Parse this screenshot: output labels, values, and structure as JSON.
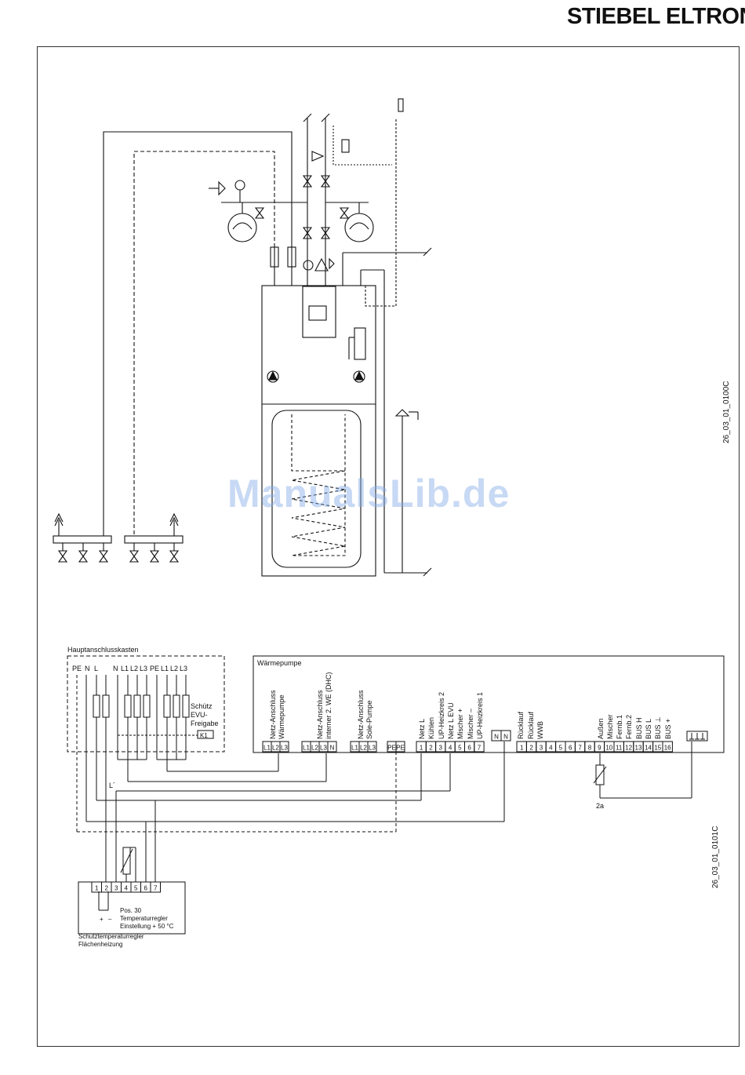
{
  "brand": {
    "logo": "STIEBEL ELTRON"
  },
  "watermark": "ManualsLib.de",
  "drawing_ids": {
    "hydraulic": "26_03_01_0100C",
    "electrical": "26_03_01_0101C"
  },
  "hauptanschluss": {
    "title": "Hauptanschlusskasten",
    "terminals_left": [
      "PE",
      "N",
      "L"
    ],
    "terminals_right": [
      "N",
      "L1",
      "L2",
      "L3",
      "PE",
      "L1",
      "L2",
      "L3"
    ],
    "contactor_label": [
      "Schütz",
      "EVU-",
      "Freigabe"
    ],
    "contactor_tag": "K1",
    "l_prime": "L´"
  },
  "waermepumpe": {
    "title": "Wärmepumpe",
    "group_labels": [
      [
        "Netz-Anschluss",
        "Wärmepumpe"
      ],
      [
        "Netz-Anschluss",
        "interner 2. WE (DHC)"
      ],
      [
        "Netz-Anschluss",
        "Sole-Pumpe"
      ]
    ],
    "group_terminals": [
      [
        "L1",
        "L2",
        "L3"
      ],
      [
        "L1",
        "L2",
        "L3",
        "N"
      ],
      [
        "L1",
        "L2",
        "L3"
      ],
      [
        "PE",
        "PE"
      ]
    ],
    "io_labels_1": [
      "Netz L",
      "Kühlen",
      "UP-Heizkreis 2",
      "Netz L EVU",
      "Mischer +",
      "Mischer –",
      "UP-Heizkreis 1"
    ],
    "io_terminals_1": [
      "1",
      "2",
      "3",
      "4",
      "5",
      "6",
      "7"
    ],
    "n_terminals": [
      "N",
      "N"
    ],
    "io_labels_2": [
      "Rücklauf",
      "Rücklauf",
      "WWB"
    ],
    "io_labels_3": [
      "Außen",
      "Mischer",
      "Fernb.1",
      "Fernb.2",
      "BUS H",
      "BUS L",
      "BUS ⊥",
      "BUS +"
    ],
    "io_terminals_2": [
      "1",
      "2",
      "3",
      "4",
      "5",
      "6",
      "7",
      "8",
      "9",
      "10",
      "11",
      "12",
      "13",
      "14",
      "15",
      "16"
    ],
    "sensor_tag": "2a"
  },
  "schutz": {
    "terminals": [
      "1",
      "2",
      "3",
      "4",
      "5",
      "6",
      "7"
    ],
    "contact_signs": [
      "+",
      "–"
    ],
    "note": [
      "Pos. 30",
      "Temperaturregler",
      "Einstellung + 50 °C"
    ],
    "caption": [
      "Schutztemperaturregler",
      "Flächenheizung"
    ]
  }
}
